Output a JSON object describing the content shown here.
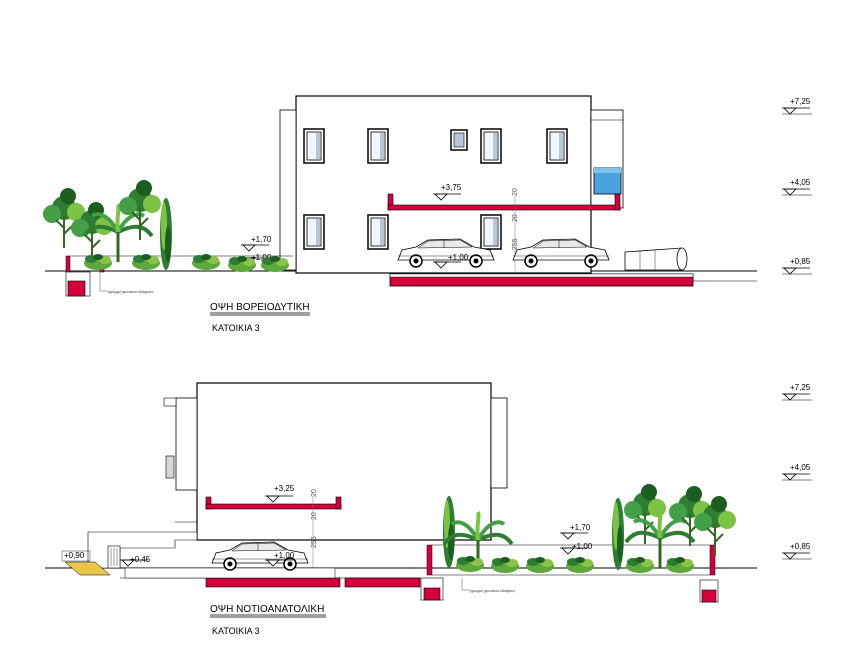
{
  "elevations": [
    {
      "title": "ΟΨΗ ΒΟΡΕΙΟΔΥΤΙΚΗ",
      "subtitle": "ΚΑΤΟΙΚΙΑ 3",
      "canopy_level": "+3,75",
      "terrace_level": "+1,70",
      "terrace_level_low": "+1,00",
      "car_level": "+1,00",
      "dimension_20_a": "20",
      "dimension_20_b": "20",
      "dimension_255": "255",
      "ground_note": "γραμμή φυσικού εδάφους",
      "side_levels": [
        "+7,25",
        "+4,05",
        "+0,85"
      ]
    },
    {
      "title": "ΟΨΗ ΝΟΤΙΟΑΝΑΤΟΛΙΚΗ",
      "subtitle": "ΚΑΤΟΙΚΙΑ 3",
      "canopy_level": "+3,25",
      "car_level": "+1,00",
      "terrace_level": "+1,70",
      "terrace_level_low": "+1,00",
      "left_level_a": "+0,90",
      "left_level_b": "+0,45",
      "dimension_20_a": "20",
      "dimension_20_b": "20",
      "dimension_255": "255",
      "ground_note": "γραμμή φυσικού εδάφους",
      "side_levels": [
        "+7,25",
        "+4,05",
        "+0,85"
      ]
    }
  ],
  "colors": {
    "structure": "#d5003c",
    "glass": "#4aa3df",
    "plant_dark": "#2e7d32",
    "plant_light": "#7cc243",
    "ramp": "#e8c64a"
  }
}
